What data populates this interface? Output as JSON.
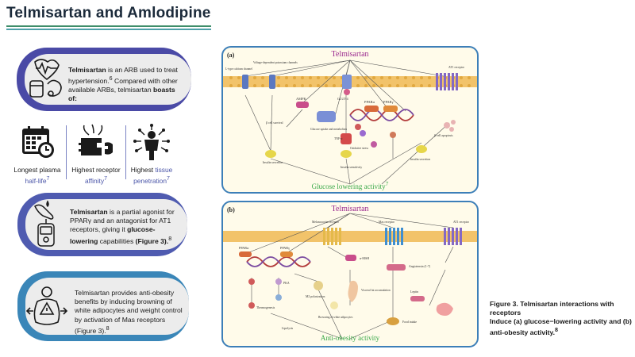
{
  "header": {
    "title": "Telmisartan and Amlodipine"
  },
  "card1": {
    "term": "Telmisartan",
    "text": " is an ARB used to treat hypertension.",
    "ref": "6",
    "text2": " Compared with other available ARBs, telmisartan ",
    "bold_end": "boasts of:"
  },
  "features": [
    {
      "line1": "Longest plasma",
      "line2": "half-life",
      "ref": "7"
    },
    {
      "line1": "Highest receptor",
      "line2": "affinity",
      "ref": "7"
    },
    {
      "line1": "Highest ",
      "line1_accent": "tissue",
      "line2": "penetration",
      "ref": "7"
    }
  ],
  "card2": {
    "term": "Telmisartan",
    "text": " is a partial agonist for PPARγ and an antagonist for AT1 receptors, giving it ",
    "bold": "glucose-lowering",
    "text2": " capabilities ",
    "fig": "(Figure 3).",
    "ref": "8"
  },
  "card3": {
    "text": "Telmisartan provides anti-obesity benefits by inducing browning of white adipocytes and weight control by activation of Mas receptors (Figure 3).",
    "ref": "8"
  },
  "panel_a": {
    "letter": "(a)",
    "title": "Telmisartan",
    "bottom": "Glucose lowering activity",
    "bottom_ref": "7",
    "labels": {
      "l_type": "L-type calcium channel",
      "vdcc": "Voltage-dependent potassium channels",
      "at1": "AT1 receptor",
      "ampk": "AMPK",
      "glut4": "GLUT-4",
      "ppara": "PPARα",
      "pparg": "PPARγ",
      "beta_survival": "β cell survival",
      "glucose": "Glucose uptake and metabolism",
      "tnf": "TNF-α",
      "oxidative": "Oxidative stress",
      "insulin_sec": "Insulin secretion",
      "insulin_sens": "Insulin sensitivity",
      "beta_apoptosis": "β cell apoptosis",
      "insulin_sec2": "Insulin secretion"
    }
  },
  "panel_b": {
    "letter": "(b)",
    "title": "Telmisartan",
    "bottom": "Anti-obesity activity",
    "labels": {
      "melano": "Melanocortin receptor",
      "mas": "Mas receptor",
      "at1": "AT1 receptor",
      "ppara": "PPARα",
      "pparg": "PPARγ",
      "msh": "α-MSH",
      "angiotensin": "Angiotensin (1-7)",
      "pka": "PKA",
      "m2": "M2 polarization",
      "visceral": "Visceral fat accumulation",
      "browning": "Browning of white adipocytes",
      "leptin": "Leptin",
      "thermo": "Thermogenesis",
      "lipolysis": "Lipolysis",
      "food": "Food intake"
    }
  },
  "caption": {
    "line1": "Figure 3. Telmisartan interactions with receptors",
    "line2": "Induce (a) glucose−lowering activity and (b) anti-obesity activity.",
    "ref": "8"
  },
  "colors": {
    "card1": "#4a4aa6",
    "card2": "#4f5bb0",
    "card3": "#3a86b8",
    "panel_border": "#3d7fb8",
    "panel_bg": "#fffbea",
    "title_purple": "#9b2a8f",
    "activity_green": "#38a848"
  }
}
